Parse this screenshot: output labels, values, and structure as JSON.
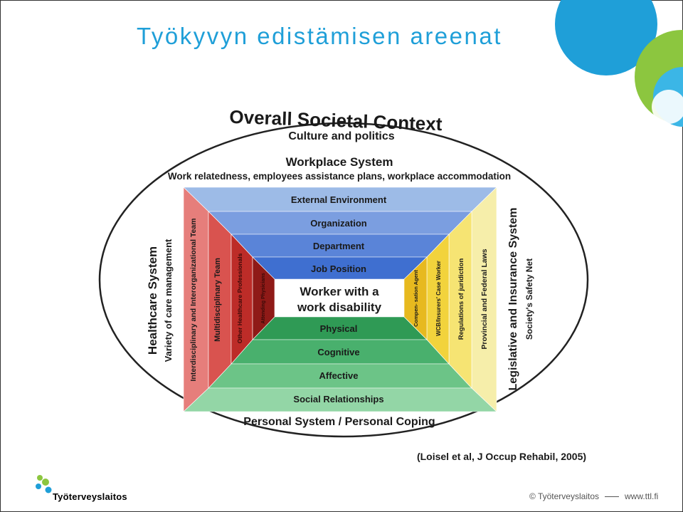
{
  "slide": {
    "title": "Työkyvyn edistämisen areenat",
    "title_color": "#1f9fd8"
  },
  "diagram": {
    "heading": "Overall Societal Context",
    "culture": "Culture and politics",
    "workplace_title": "Workplace System",
    "workplace_sub": "Work relatedness, employees assistance plans, workplace accommodation",
    "top_layers": [
      "External Environment",
      "Organization",
      "Department",
      "Job Position"
    ],
    "center": [
      "Worker with a",
      "work disability"
    ],
    "bottom_layers": [
      "Physical",
      "Cognitive",
      "Affective",
      "Social Relationships"
    ],
    "left_layers": [
      "Interdisciplinary and Interorganizational Team",
      "Multidisciplinary Team",
      "Other Healthcare Professionals",
      "Attending Physicians"
    ],
    "right_layers": [
      "Compen- sation Agent",
      "WCB/Insurers' Case Worker",
      "Regulations of juridiction",
      "Provincial and Federal Laws"
    ],
    "healthcare_title": "Healthcare System",
    "healthcare_sub": "Variety of care management",
    "legislative_title": "Legislative and Insurance System",
    "legislative_sub": "Society's Safety Net",
    "personal": "Personal System / Personal Coping",
    "citation": "(Loisel et al, J Occup Rehabil, 2005)",
    "colors": {
      "top": [
        "#9dbbe7",
        "#7b9ee0",
        "#5a84d8",
        "#3f6fd0"
      ],
      "bottom": [
        "#2f9a55",
        "#49b06d",
        "#6cc487",
        "#93d6a6"
      ],
      "left": [
        "#e67e7b",
        "#d9534f",
        "#bd2c28",
        "#8f1a17"
      ],
      "right": [
        "#f6eeaa",
        "#f6e473",
        "#f2d33c",
        "#e7b91f"
      ]
    }
  },
  "logo": {
    "text": "Työterveyslaitos"
  },
  "footer": {
    "copyright": "© Työterveyslaitos",
    "url": "www.ttl.fi"
  },
  "decor": {
    "circle_colors": [
      "#1f9fd8",
      "#8cc63f",
      "#3bb6e6"
    ]
  }
}
